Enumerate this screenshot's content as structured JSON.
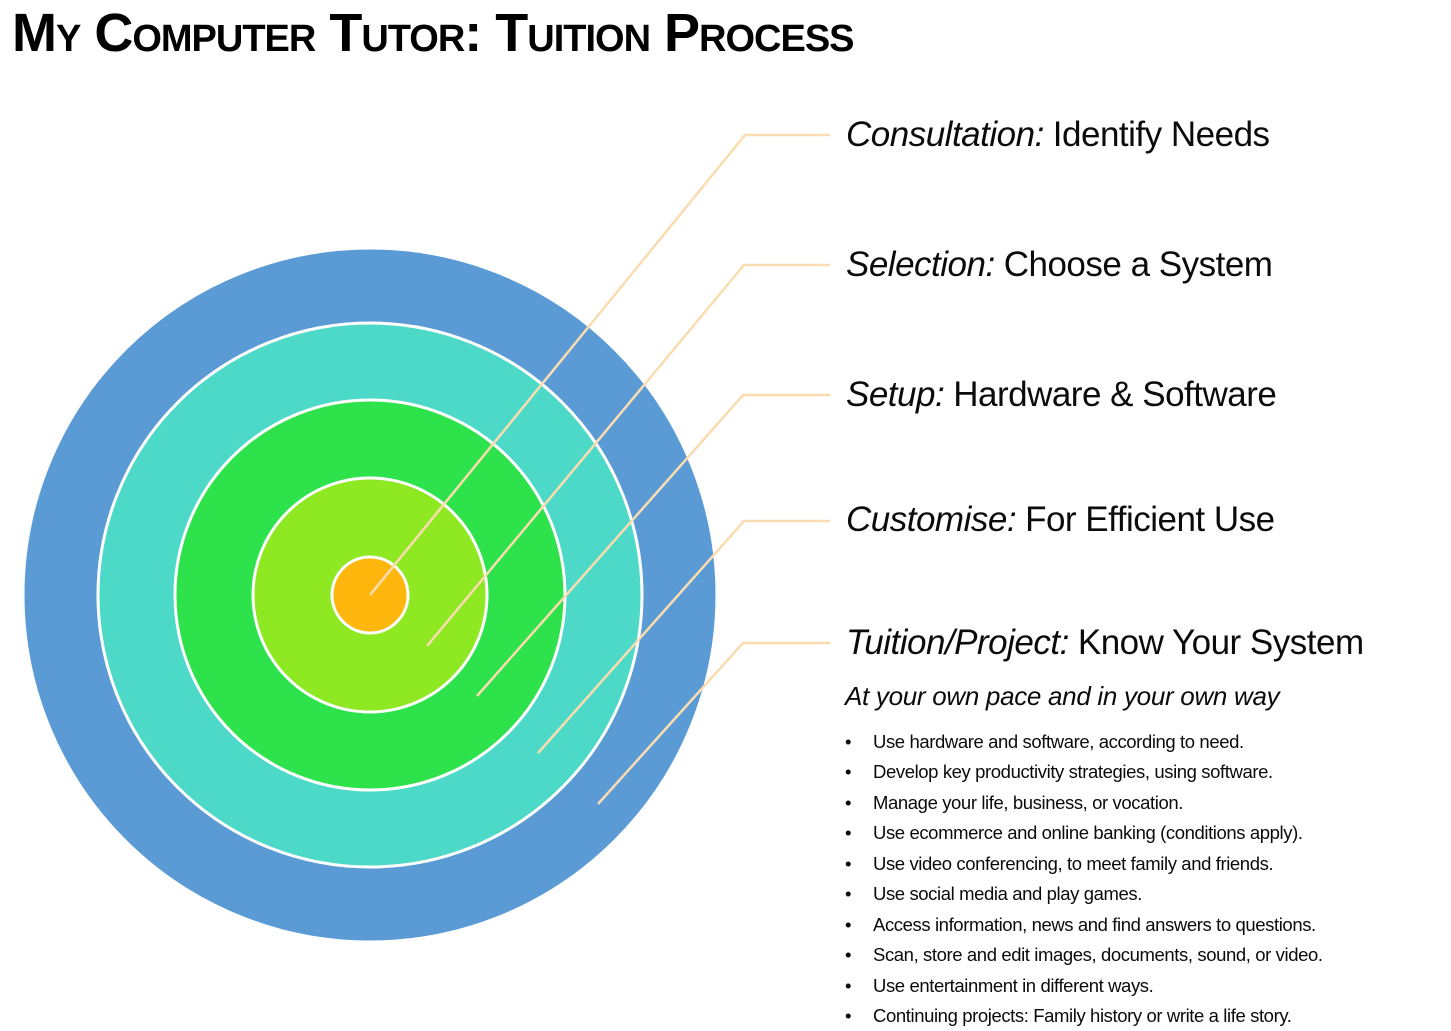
{
  "title": "My Computer Tutor: Tuition Process",
  "diagram": {
    "type": "concentric-target",
    "rings": [
      {
        "step": "Tuition/Project",
        "color": "#5B9BD5"
      },
      {
        "step": "Customise",
        "color": "#4CD9C7"
      },
      {
        "step": "Setup",
        "color": "#2EE24B"
      },
      {
        "step": "Selection",
        "color": "#8EE822"
      },
      {
        "step": "Consultation",
        "color": "#FFB60D"
      }
    ],
    "ring_stroke_color": "#FFFFFF",
    "leader_line_color": "#FBDCB0"
  },
  "steps": [
    {
      "term": "Consultation:",
      "desc": "Identify Needs"
    },
    {
      "term": "Selection:",
      "desc": "Choose a System"
    },
    {
      "term": "Setup:",
      "desc": "Hardware & Software"
    },
    {
      "term": "Customise:",
      "desc": "For Efficient Use"
    },
    {
      "term": "Tuition/Project:",
      "desc": "Know Your System"
    }
  ],
  "tuition_details": {
    "subtitle": "At your own pace and in your own way",
    "bullets": [
      "Use hardware and software, according to need.",
      "Develop key productivity strategies, using software.",
      "Manage your life, business, or vocation.",
      "Use ecommerce and online banking (conditions apply).",
      "Use video conferencing, to meet family and friends.",
      "Use social media and play games.",
      "Access information, news and find answers to questions.",
      "Scan, store and edit images, documents, sound, or video.",
      "Use entertainment in different ways.",
      "Continuing projects: Family history or write a life story."
    ]
  }
}
